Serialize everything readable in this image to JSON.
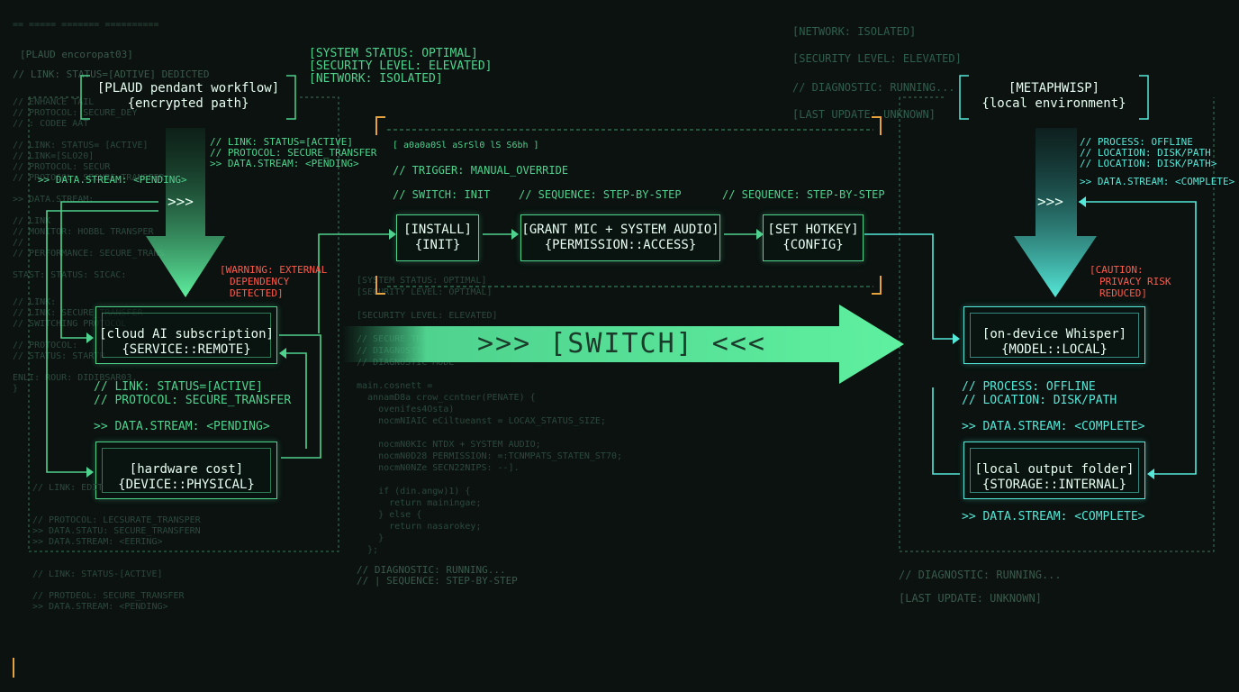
{
  "colors": {
    "green": "#4fd28e",
    "cyan": "#55e8d8",
    "warning": "#ff5a4a",
    "orange": "#e6a23c",
    "background": "#0b1210"
  },
  "status_top": {
    "system": "[SYSTEM STATUS: OPTIMAL]",
    "security": "[SECURITY LEVEL: ELEVATED]",
    "network": "[NETWORK: ISOLATED]"
  },
  "status_top_right": {
    "network": "[NETWORK: ISOLATED]",
    "security": "[SECURITY LEVEL: ELEVATED]",
    "diagnostic": "// DIAGNOSTIC: RUNNING...",
    "last_update": "[LAST UPDATE: UNKNOWN]"
  },
  "left": {
    "header_line1": "[PLAUD pendant workflow]",
    "header_line2": "{encrypted path}",
    "link_status": "// LINK: STATUS=[ACTIVE]",
    "protocol": "// PROTOCOL: SECURE_TRANSFER",
    "data_stream": ">> DATA.STREAM: <PENDING>",
    "arrow_label": ">>>",
    "side_stream": ">> DATA.STREAM: <PENDING>",
    "warning_line1": "[WARNING: EXTERNAL",
    "warning_line2": "DEPENDENCY",
    "warning_line3": "DETECTED]",
    "cloud_line1": "[cloud AI subscription]",
    "cloud_line2": "{SERVICE::REMOTE}",
    "mid_link": "// LINK: STATUS=[ACTIVE]",
    "mid_protocol": "// PROTOCOL: SECURE_TRANSFER",
    "mid_stream": ">> DATA.STREAM: <PENDING>",
    "hardware_line1": "[hardware cost]",
    "hardware_line2": "{DEVICE::PHYSICAL}"
  },
  "center": {
    "trigger": "// TRIGGER: MANUAL_OVERRIDE",
    "switch_init": "// SWITCH: INIT",
    "sequence1": "// SEQUENCE: STEP-BY-STEP",
    "sequence2": "// SEQUENCE: STEP-BY-STEP",
    "steps": [
      {
        "line1": "[INSTALL]",
        "line2": "{INIT}"
      },
      {
        "line1": "[GRANT MIC + SYSTEM AUDIO]",
        "line2": "{PERMISSION::ACCESS}"
      },
      {
        "line1": "[SET HOTKEY]",
        "line2": "{CONFIG}"
      }
    ],
    "switch_label": ">>> [SWITCH] <<<",
    "diagnostic": "// DIAGNOSTIC: RUNNING...",
    "sequence_bottom": "// | SEQUENCE: STEP-BY-STEP"
  },
  "right": {
    "header_line1": "[METAPHWISP]",
    "header_line2": "{local environment}",
    "process": "// PROCESS: OFFLINE",
    "location1": "// LOCATION: DISK/PATH",
    "location2": "// LOCATION: DISK/PATH>",
    "side_stream": ">> DATA.STREAM: <COMPLETE>",
    "arrow_label": ">>>",
    "caution_line1": "[CAUTION:",
    "caution_line2": "PRIVACY RISK",
    "caution_line3": "REDUCED]",
    "whisper_line1": "[on-device Whisper]",
    "whisper_line2": "{MODEL::LOCAL}",
    "mid_process": "// PROCESS: OFFLINE",
    "mid_location": "// LOCATION: DISK/PATH",
    "mid_stream": ">> DATA.STREAM: <COMPLETE>",
    "folder_line1": "[local output folder]",
    "folder_line2": "{STORAGE::INTERNAL}",
    "bottom_stream": ">> DATA.STREAM: <COMPLETE>",
    "diagnostic": "// DIAGNOSTIC: RUNNING...",
    "last_update": "[LAST UPDATE: UNKNOWN]"
  },
  "left_bottom": {
    "link": "// LINK: EDIT",
    "protocol": "// PROTOCOL: LECSURATE_TRANSPER",
    "data_statu": ">> DATA.STATU: SECURE_TRANSFERN",
    "stream": ">> DATA.STREAM: <EERING>",
    "link2": "// LINK: STATUS-[ACTIVE]",
    "protocol2": "// PROTDEOL: SECURE_TRANSFER",
    "stream2": ">> DATA.STREAM: <PENDING>"
  }
}
